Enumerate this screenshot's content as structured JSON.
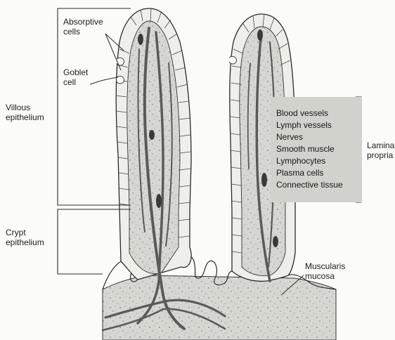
{
  "labels": {
    "absorptive_cells": [
      "Absorptive",
      "cells"
    ],
    "goblet_cell": [
      "Goblet",
      "cell"
    ],
    "villous_epithelium": [
      "Villous",
      "epithelium"
    ],
    "crypt_epithelium": [
      "Crypt",
      "epithelium"
    ],
    "lamina_propria": [
      "Lamina",
      "propria"
    ],
    "muscularis_mucosa": [
      "Muscularis",
      "mucosa"
    ]
  },
  "lamina_propria_contents": [
    "Blood vessels",
    "Lymph vessels",
    "Nerves",
    "Smooth muscle",
    "Lymphocytes",
    "Plasma cells",
    "Connective tissue"
  ],
  "colors": {
    "tissue_fill": "#d7d7d2",
    "epithelium_fill": "#efefea",
    "vessel": "#5a5a58",
    "outline": "#2a2a2a",
    "label_box": "#d2d2cc"
  }
}
